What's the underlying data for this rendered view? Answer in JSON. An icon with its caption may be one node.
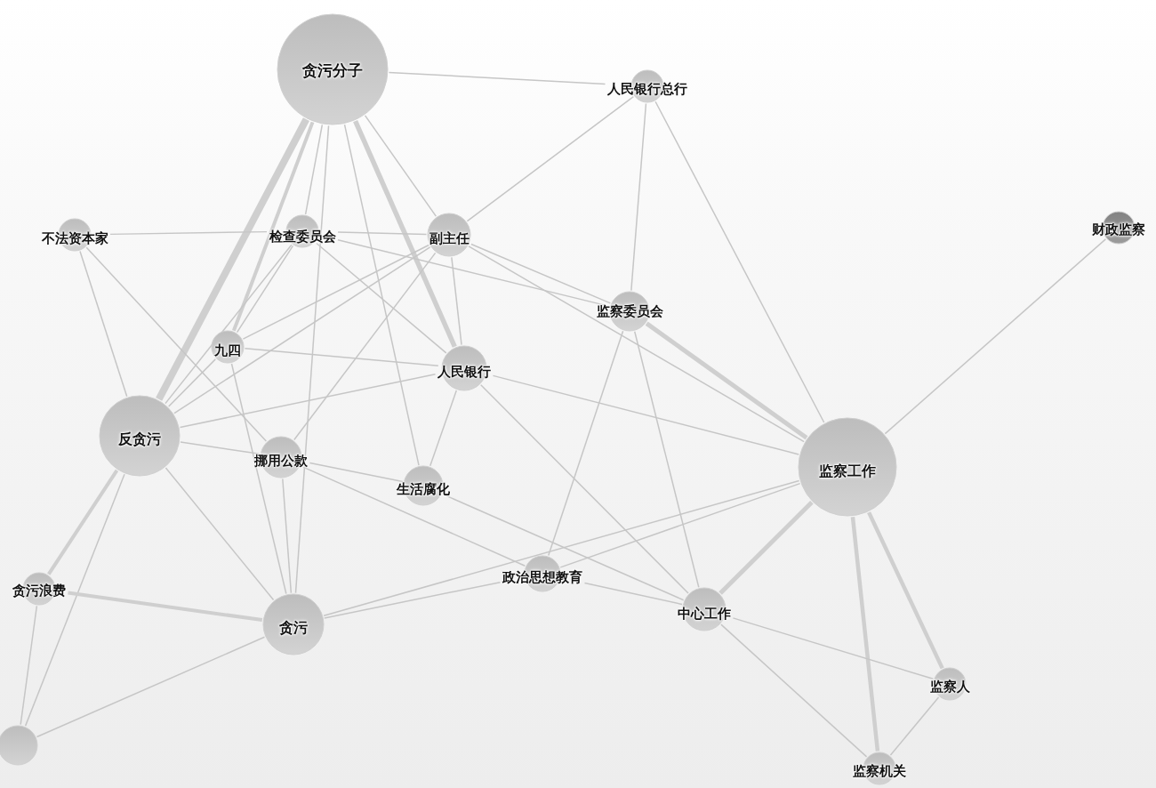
{
  "diagram": {
    "nodes": [
      {
        "text": [
          "贪污分子"
        ]
      },
      {
        "text": [
          "人民银行总行"
        ]
      },
      {
        "text": [
          "不法资本家"
        ]
      },
      {
        "text": [
          "检查委员会"
        ]
      },
      {
        "text": [
          "副主任"
        ]
      },
      {
        "text": [
          "财政监察"
        ]
      },
      {
        "text": [
          "监察委员会"
        ]
      },
      {
        "text": [
          "九四"
        ]
      },
      {
        "text": [
          "人民银行"
        ]
      },
      {
        "text": [
          "反贪污"
        ]
      },
      {
        "text": [
          "挪用公款"
        ]
      },
      {
        "text": [
          "生活腐化"
        ]
      },
      {
        "text": [
          "监察工作"
        ]
      },
      {
        "text": [
          "政治思想教育"
        ]
      },
      {
        "text": [
          "贪污浪费"
        ]
      },
      {
        "text": [
          "中心工作"
        ]
      },
      {
        "text": [
          "贪污"
        ]
      },
      {
        "text": [
          "监察人"
        ]
      },
      {
        "text": [],
        "shape": "circle"
      },
      {
        "text": [
          "监察机关"
        ]
      }
    ],
    "edges": [
      {
        "from": 0,
        "to": 1,
        "arrow": "none"
      },
      {
        "from": 0,
        "to": 3,
        "arrow": "none"
      },
      {
        "from": 0,
        "to": 4,
        "arrow": "none"
      },
      {
        "from": 0,
        "to": 7,
        "arrow": "none",
        "style": "thick"
      },
      {
        "from": 0,
        "to": 8,
        "arrow": "none",
        "style": "thick"
      },
      {
        "from": 0,
        "to": 9,
        "arrow": "none",
        "style": "thick"
      },
      {
        "from": 0,
        "to": 11,
        "arrow": "none"
      },
      {
        "from": 0,
        "to": 16,
        "arrow": "none"
      },
      {
        "from": 1,
        "to": 4,
        "arrow": "none"
      },
      {
        "from": 1,
        "to": 6,
        "arrow": "none"
      },
      {
        "from": 1,
        "to": 12,
        "arrow": "none"
      },
      {
        "from": 2,
        "to": 3,
        "arrow": "none"
      },
      {
        "from": 2,
        "to": 9,
        "arrow": "none"
      },
      {
        "from": 2,
        "to": 10,
        "arrow": "none"
      },
      {
        "from": 3,
        "to": 4,
        "arrow": "none"
      },
      {
        "from": 3,
        "to": 6,
        "arrow": "none"
      },
      {
        "from": 3,
        "to": 7,
        "arrow": "none"
      },
      {
        "from": 3,
        "to": 8,
        "arrow": "none"
      },
      {
        "from": 3,
        "to": 9,
        "arrow": "none"
      },
      {
        "from": 4,
        "to": 6,
        "arrow": "none"
      },
      {
        "from": 4,
        "to": 7,
        "arrow": "none"
      },
      {
        "from": 4,
        "to": 8,
        "arrow": "none"
      },
      {
        "from": 4,
        "to": 9,
        "arrow": "none"
      },
      {
        "from": 4,
        "to": 10,
        "arrow": "none"
      },
      {
        "from": 4,
        "to": 12,
        "arrow": "none"
      },
      {
        "from": 5,
        "to": 12,
        "arrow": "none"
      },
      {
        "from": 6,
        "to": 12,
        "arrow": "none",
        "style": "thick"
      },
      {
        "from": 6,
        "to": 13,
        "arrow": "none"
      },
      {
        "from": 6,
        "to": 15,
        "arrow": "none"
      },
      {
        "from": 7,
        "to": 8,
        "arrow": "none"
      },
      {
        "from": 7,
        "to": 9,
        "arrow": "none"
      },
      {
        "from": 7,
        "to": 16,
        "arrow": "none"
      },
      {
        "from": 8,
        "to": 9,
        "arrow": "none"
      },
      {
        "from": 8,
        "to": 11,
        "arrow": "none"
      },
      {
        "from": 8,
        "to": 12,
        "arrow": "none"
      },
      {
        "from": 8,
        "to": 15,
        "arrow": "none"
      },
      {
        "from": 9,
        "to": 10,
        "arrow": "none"
      },
      {
        "from": 9,
        "to": 14,
        "arrow": "none",
        "style": "thick"
      },
      {
        "from": 9,
        "to": 16,
        "arrow": "none"
      },
      {
        "from": 9,
        "to": 18,
        "arrow": "none"
      },
      {
        "from": 10,
        "to": 11,
        "arrow": "none"
      },
      {
        "from": 10,
        "to": 13,
        "arrow": "none"
      },
      {
        "from": 10,
        "to": 16,
        "arrow": "none"
      },
      {
        "from": 11,
        "to": 15,
        "arrow": "none"
      },
      {
        "from": 12,
        "to": 13,
        "arrow": "none"
      },
      {
        "from": 12,
        "to": 15,
        "arrow": "none",
        "style": "thick"
      },
      {
        "from": 12,
        "to": 16,
        "arrow": "none"
      },
      {
        "from": 12,
        "to": 17,
        "arrow": "none",
        "style": "thick"
      },
      {
        "from": 12,
        "to": 19,
        "arrow": "none",
        "style": "thick"
      },
      {
        "from": 13,
        "to": 15,
        "arrow": "none"
      },
      {
        "from": 13,
        "to": 16,
        "arrow": "none"
      },
      {
        "from": 14,
        "to": 16,
        "arrow": "none",
        "style": "thick"
      },
      {
        "from": 14,
        "to": 18,
        "arrow": "none"
      },
      {
        "from": 15,
        "to": 17,
        "arrow": "none"
      },
      {
        "from": 15,
        "to": 19,
        "arrow": "none"
      },
      {
        "from": 16,
        "to": 18,
        "arrow": "none"
      },
      {
        "from": 17,
        "to": 19,
        "arrow": "none"
      }
    ]
  }
}
